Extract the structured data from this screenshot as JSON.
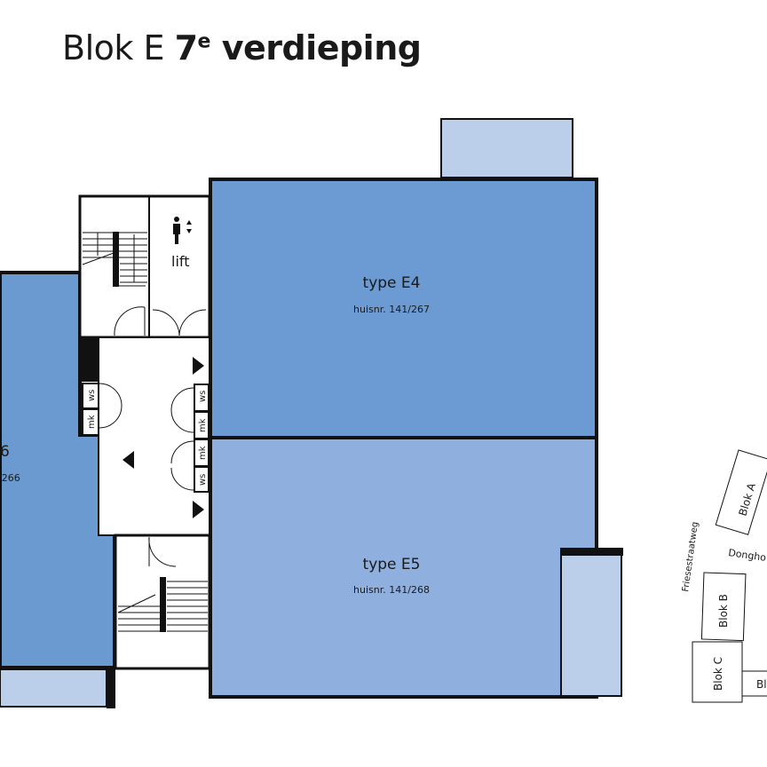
{
  "title": {
    "prefix": "Blok E",
    "floor_number": "7",
    "floor_suffix": "e",
    "floor_word": "verdieping"
  },
  "units": [
    {
      "type": "type E4",
      "house_number": "huisnr. 141/267",
      "color": "#6b9bd2"
    },
    {
      "type": "type E5",
      "house_number": "huisnr. 141/268",
      "color": "#8fb0de"
    },
    {
      "type": "6",
      "house_number": "/266",
      "color": "#6a9ad0"
    }
  ],
  "balcony_color": "#bccfea",
  "core": {
    "lift_label": "lift",
    "ws_label": "ws",
    "mk_label": "mk"
  },
  "site_map": {
    "street_1": "Friesestraatweg",
    "street_2": "Dongho",
    "blocks": [
      "Blok A",
      "Blok B",
      "Blok C",
      "Bl"
    ]
  }
}
